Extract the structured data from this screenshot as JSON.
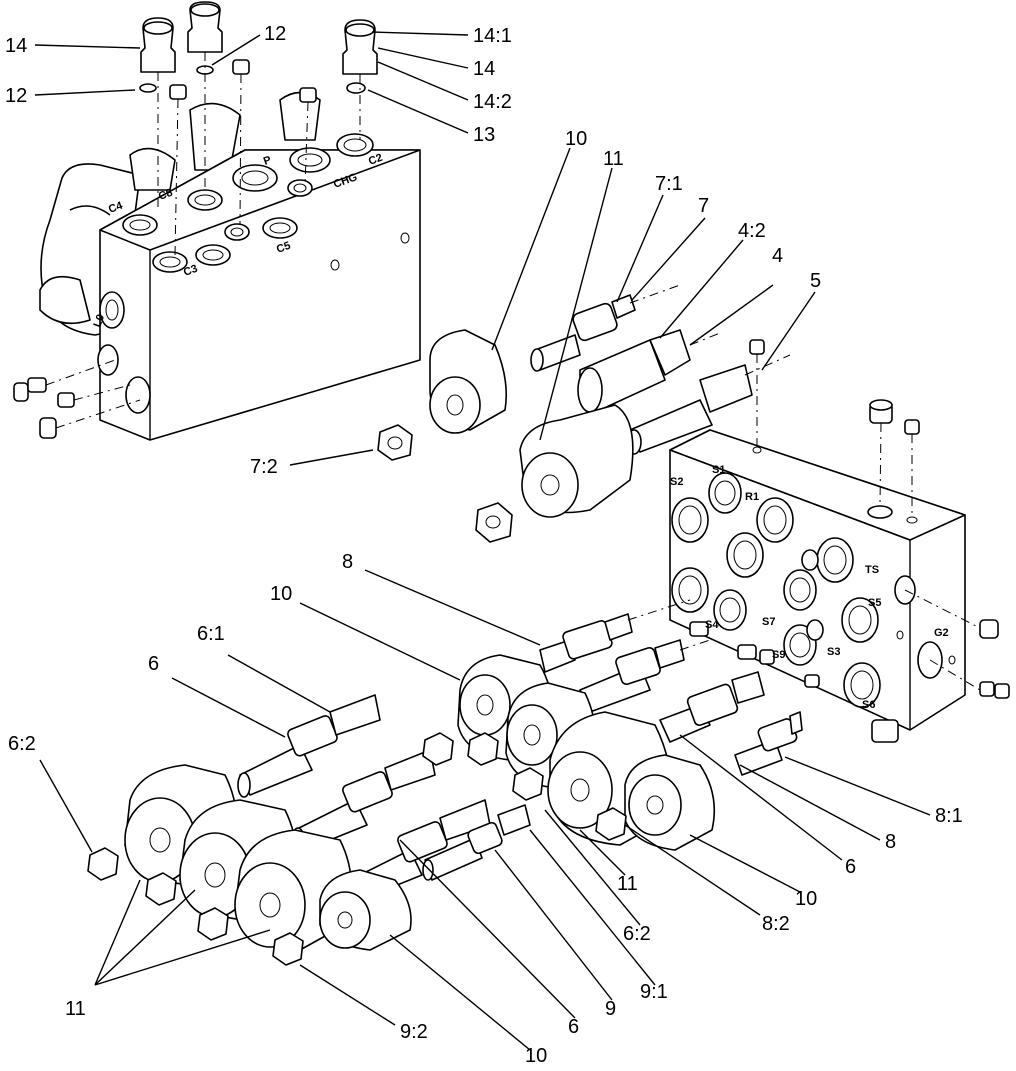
{
  "callouts": {
    "c_14_a": "14",
    "c_12_a": "12",
    "c_12_b": "12",
    "c_14_1": "14:1",
    "c_14_b": "14",
    "c_14_2": "14:2",
    "c_13": "13",
    "c_10_a": "10",
    "c_11_a": "11",
    "c_7_1": "7:1",
    "c_7": "7",
    "c_4_2": "4:2",
    "c_4": "4",
    "c_5": "5",
    "c_7_2": "7:2",
    "c_8_a": "8",
    "c_10_b": "10",
    "c_6_1": "6:1",
    "c_6_a": "6",
    "c_6_2_a": "6:2",
    "c_8_1": "8:1",
    "c_8_b": "8",
    "c_6_b": "6",
    "c_10_c": "10",
    "c_8_2": "8:2",
    "c_11_b": "11",
    "c_6_2_b": "6:2",
    "c_9_1": "9:1",
    "c_9": "9",
    "c_6_c": "6",
    "c_11_c": "11",
    "c_9_2": "9:2",
    "c_10_d": "10"
  },
  "ports": {
    "upper": {
      "c4": "C4",
      "c8": "C8",
      "p": "P",
      "chg": "CHG",
      "c2": "C2",
      "c3": "C3",
      "c5": "C5",
      "l0": "L0"
    },
    "lower": {
      "s1": "S1",
      "s2": "S2",
      "r1": "R1",
      "ts": "TS",
      "s4": "S4",
      "s7": "S7",
      "s5": "S5",
      "g2": "G2",
      "s9": "S9",
      "s3": "S3",
      "s6": "S6"
    }
  }
}
